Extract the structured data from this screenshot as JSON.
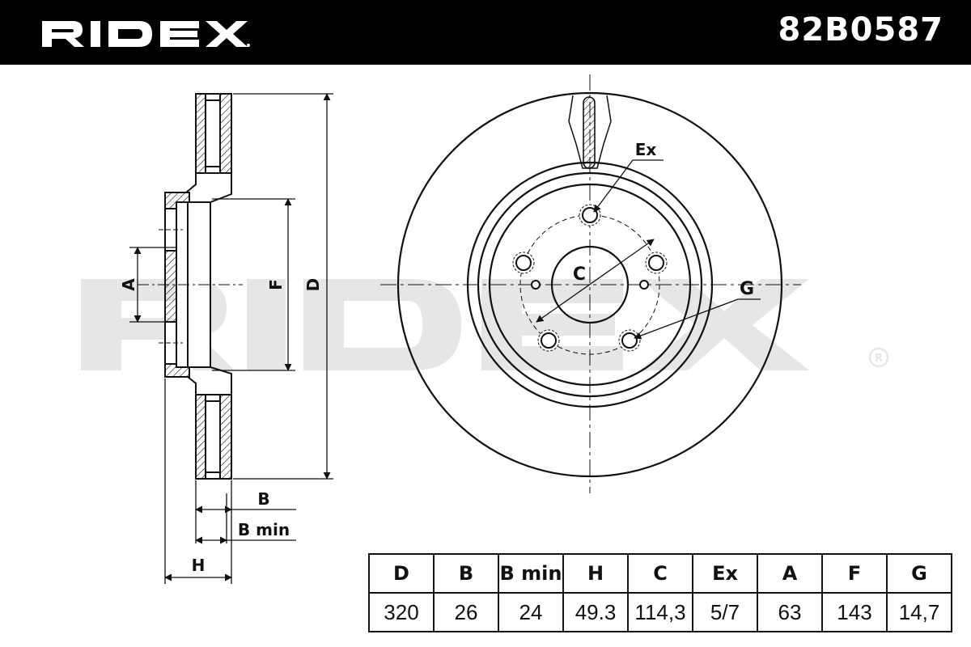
{
  "header": {
    "brand": "RIDEX",
    "part_number": "82B0587"
  },
  "watermark": {
    "text": "RIDEX",
    "color": "#e6e6e6"
  },
  "labels": {
    "A": "A",
    "F": "F",
    "D": "D",
    "B": "B",
    "B_min": "B min",
    "H": "H",
    "C": "C",
    "Ex": "Ex",
    "G": "G"
  },
  "table": {
    "headers": [
      "D",
      "B",
      "B min",
      "H",
      "C",
      "Ex",
      "A",
      "F",
      "G"
    ],
    "values": [
      "320",
      "26",
      "24",
      "49.3",
      "114,3",
      "5/7",
      "63",
      "143",
      "14,7"
    ]
  },
  "colors": {
    "header_bg": "#000000",
    "line": "#111111"
  }
}
